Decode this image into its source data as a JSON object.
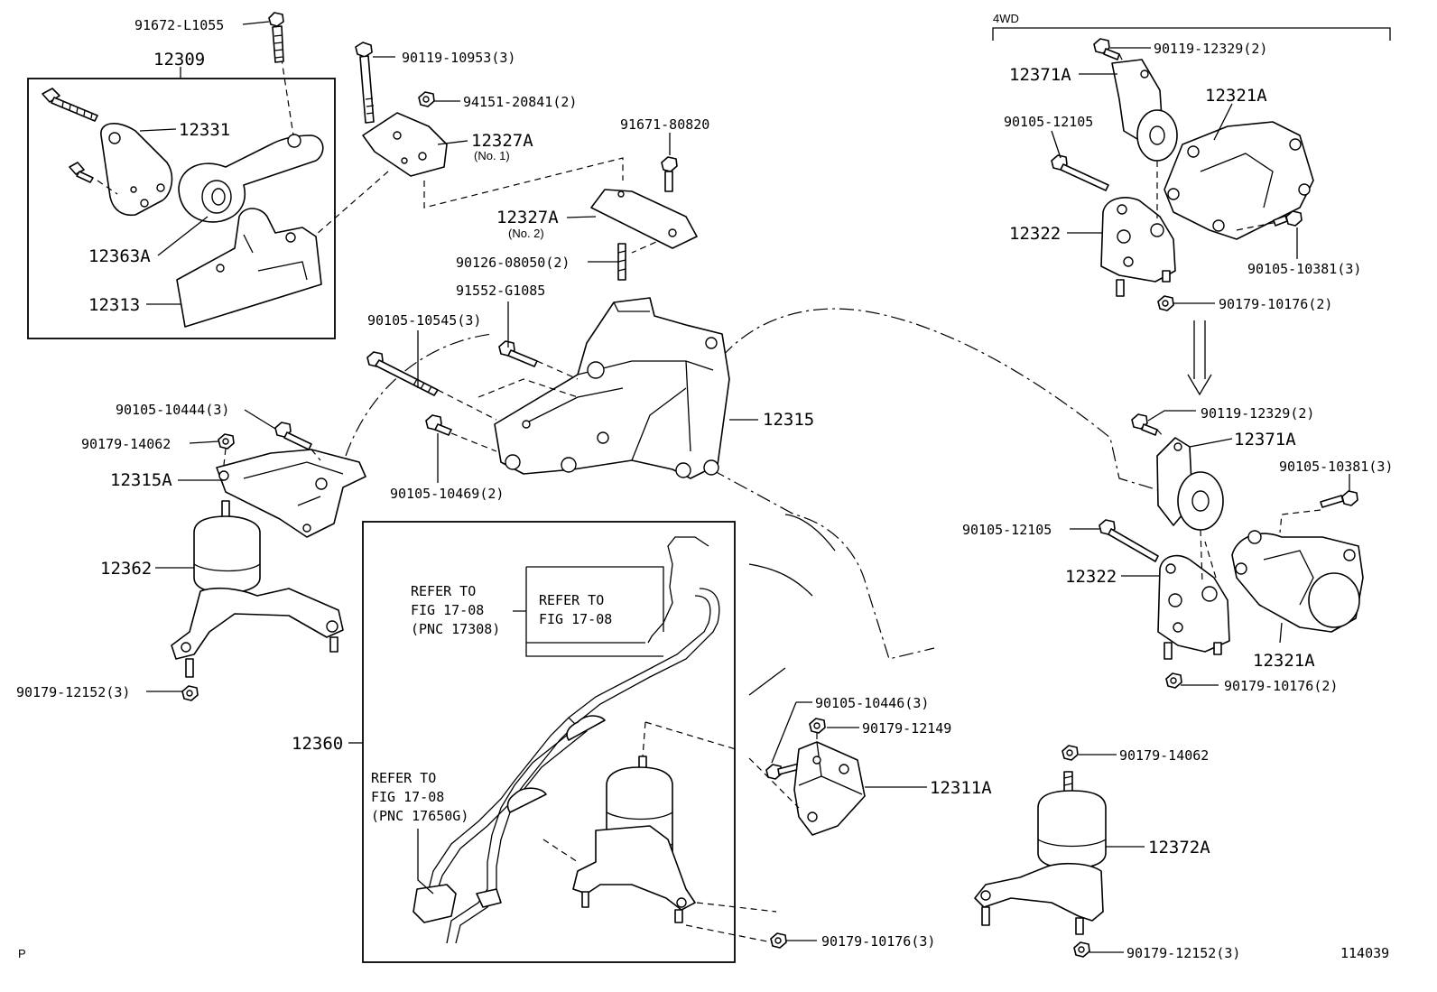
{
  "labels": {
    "p_91672_L1055": "91672-L1055",
    "p_12309": "12309",
    "p_12331": "12331",
    "p_12363A": "12363A",
    "p_12313": "12313",
    "p_90119_10953": "90119-10953(3)",
    "p_94151_20841": "94151-20841(2)",
    "p_12327A_1": "12327A",
    "p_no1": "(No. 1)",
    "p_91671_80820": "91671-80820",
    "p_12327A_2": "12327A",
    "p_no2": "(No. 2)",
    "p_90126_08050": "90126-08050(2)",
    "p_91552_G1085": "91552-G1085",
    "p_90105_10545": "90105-10545(3)",
    "p_12315": "12315",
    "p_90105_10444": "90105-10444(3)",
    "p_90179_14062_a": "90179-14062",
    "p_12315A": "12315A",
    "p_90105_10469": "90105-10469(2)",
    "p_12362": "12362",
    "p_90179_12152_a": "90179-12152(3)",
    "p_12360": "12360",
    "ref1_l1": "REFER TO",
    "ref1_l2": "FIG 17-08",
    "ref1_l3": "(PNC 17308)",
    "ref2_l1": "REFER TO",
    "ref2_l2": "FIG 17-08",
    "ref3_l1": "REFER TO",
    "ref3_l2": "FIG 17-08",
    "ref3_l3": "(PNC 17650G)",
    "p_90105_10446": "90105-10446(3)",
    "p_90179_12149": "90179-12149",
    "p_12311A": "12311A",
    "p_90179_10176_a": "90179-10176(3)",
    "wd4": "4WD",
    "p_90119_12329_a": "90119-12329(2)",
    "p_12371A_a": "12371A",
    "p_12321A_a": "12321A",
    "p_90105_12105_a": "90105-12105",
    "p_12322_a": "12322",
    "p_90105_10381_a": "90105-10381(3)",
    "p_90179_10176_b": "90179-10176(2)",
    "p_90119_12329_b": "90119-12329(2)",
    "p_12371A_b": "12371A",
    "p_90105_10381_b": "90105-10381(3)",
    "p_90105_12105_b": "90105-12105",
    "p_12322_b": "12322",
    "p_12321A_b": "12321A",
    "p_90179_10176_c": "90179-10176(2)",
    "p_90179_14062_b": "90179-14062",
    "p_12372A": "12372A",
    "p_90179_12152_b": "90179-12152(3)",
    "corner_p": "P",
    "fig_no": "114039"
  }
}
